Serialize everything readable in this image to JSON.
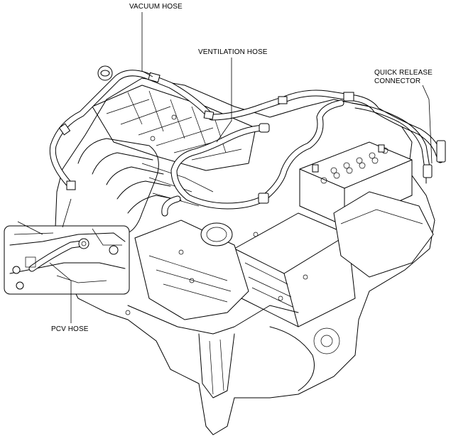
{
  "labels": {
    "vacuum_hose": "VACUUM HOSE",
    "ventilation_hose": "VENTILATION HOSE",
    "quick_release_line1": "QUICK RELEASE",
    "quick_release_line2": "CONNECTOR",
    "pcv_hose": "PCV HOSE"
  }
}
